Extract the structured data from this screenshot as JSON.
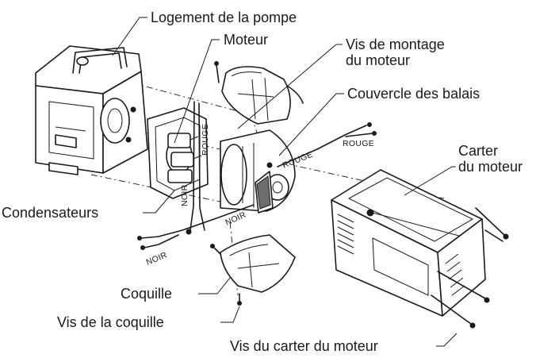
{
  "labels": {
    "pump_housing": "Logement de la pompe",
    "motor": "Moteur",
    "motor_mount_screws_line1": "Vis de montage",
    "motor_mount_screws_line2": "du moteur",
    "brush_cover": "Couvercle des balais",
    "motor_casing_line1": "Carter",
    "motor_casing_line2": "du moteur",
    "capacitors": "Condensateurs",
    "shell": "Coquille",
    "shell_screw": "Vis de la coquille",
    "motor_casing_screws": "Vis du carter du moteur"
  },
  "wires": {
    "red_vertical": "ROUGE",
    "red_mid": "ROUGE",
    "red_right": "ROUGE",
    "black_vertical": "NOIR",
    "black_mid": "NOIR",
    "black_left": "NOIR"
  }
}
